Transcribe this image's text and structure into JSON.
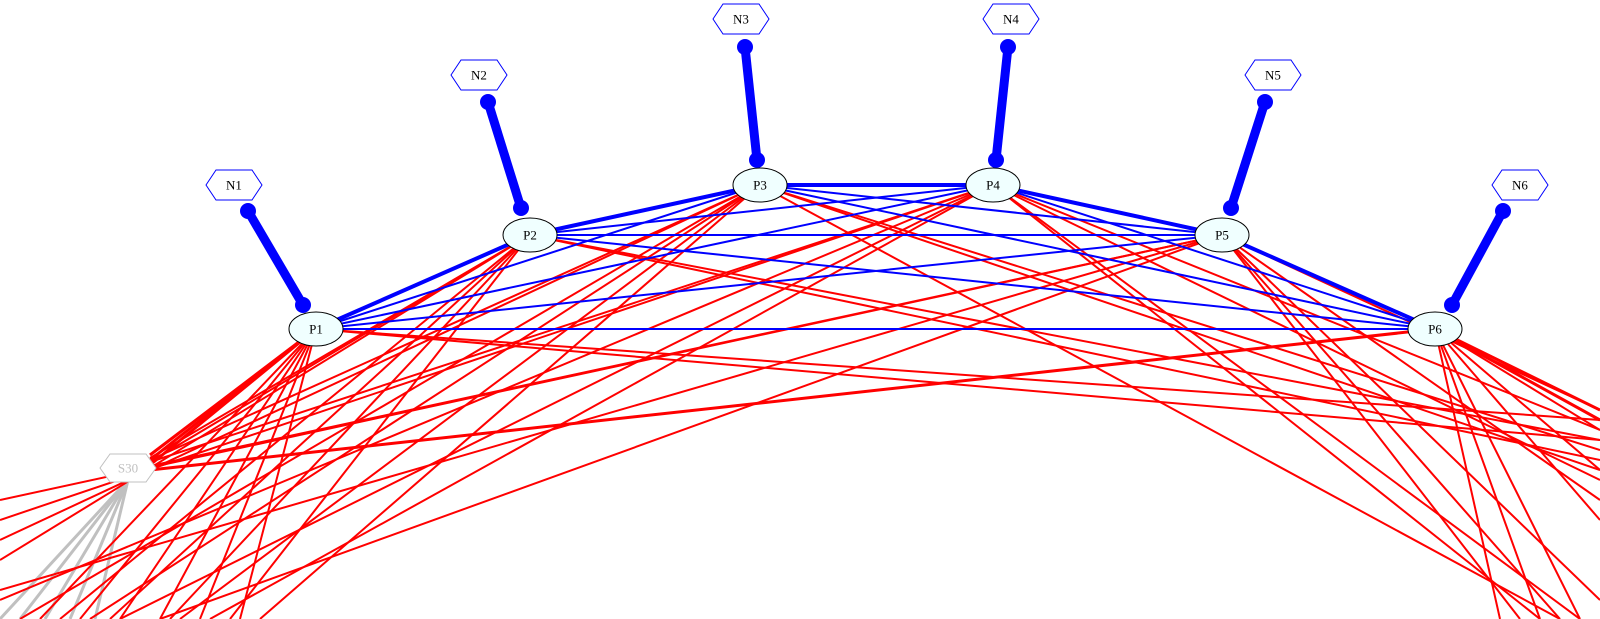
{
  "colors": {
    "background": "#ffffff",
    "p_fill": "#f0ffff",
    "p_stroke": "#000000",
    "n_stroke": "#0000ff",
    "blue_edge": "#0000ff",
    "red_edge": "#ff0000",
    "gray": "#c0c0c0"
  },
  "nodes": {
    "p": [
      "P1",
      "P2",
      "P3",
      "P4",
      "P5",
      "P6"
    ],
    "n": [
      "N1",
      "N2",
      "N3",
      "N4",
      "N5",
      "N6"
    ],
    "s": [
      "S30"
    ]
  }
}
